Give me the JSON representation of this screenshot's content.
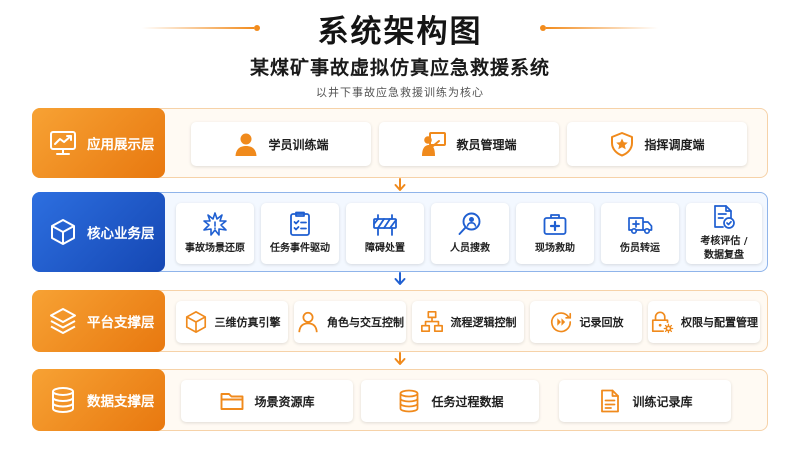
{
  "header": {
    "title": "系统架构图",
    "subtitle": "某煤矿事故虚拟仿真应急救援系统",
    "caption": "以井下事故应急救援训练为核心"
  },
  "colors": {
    "orange": "#f08a1c",
    "blue": "#1f5fd1",
    "orange_icon": "#f08a1c"
  },
  "layers": [
    {
      "label": "应用展示层",
      "icon": "monitor-chart-icon",
      "items": [
        {
          "label": "学员训练端",
          "icon": "user-icon"
        },
        {
          "label": "教员管理端",
          "icon": "teacher-board-icon"
        },
        {
          "label": "指挥调度端",
          "icon": "shield-star-icon"
        }
      ]
    },
    {
      "label": "核心业务层",
      "icon": "cube-icon",
      "items": [
        {
          "label": "事故场景还原",
          "icon": "explosion-icon"
        },
        {
          "label": "任务事件驱动",
          "icon": "checklist-icon"
        },
        {
          "label": "障碍处置",
          "icon": "barrier-icon"
        },
        {
          "label": "人员搜救",
          "icon": "search-person-icon"
        },
        {
          "label": "现场救助",
          "icon": "first-aid-icon"
        },
        {
          "label": "伤员转运",
          "icon": "ambulance-icon"
        },
        {
          "label": "考核评估 /\n数据复盘",
          "icon": "assessment-doc-icon"
        }
      ]
    },
    {
      "label": "平台支撑层",
      "icon": "layers-icon",
      "items": [
        {
          "label": "三维仿真引擎",
          "icon": "3d-box-icon"
        },
        {
          "label": "角色与交互控制",
          "icon": "user-outline-icon"
        },
        {
          "label": "流程逻辑控制",
          "icon": "flowchart-icon"
        },
        {
          "label": "记录回放",
          "icon": "replay-icon"
        },
        {
          "label": "权限与配置管理",
          "icon": "lock-gear-icon"
        }
      ]
    },
    {
      "label": "数据支撑层",
      "icon": "database-icon",
      "items": [
        {
          "label": "场景资源库",
          "icon": "folder-icon"
        },
        {
          "label": "任务过程数据",
          "icon": "database-icon"
        },
        {
          "label": "训练记录库",
          "icon": "document-icon"
        }
      ]
    }
  ]
}
